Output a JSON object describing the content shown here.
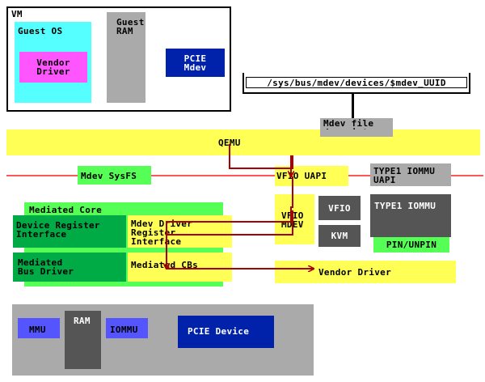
{
  "vm": {
    "title": "VM",
    "guest_os": "Guest OS",
    "vendor_driver": "Vendor\nDriver",
    "guest_ram": "Guest\nRAM",
    "pcie_mdev": "PCIE\nMdev"
  },
  "sysfs_path": "/sys/bus/mdev/devices/$mdev_UUID",
  "mdev_fd": "Mdev file\ndescriptor",
  "qemu": "QEMU",
  "mdev_sysfs": "Mdev SysFS",
  "vfio_uapi": "VFIO UAPI",
  "type1_uapi": "TYPE1 IOMMU\nUAPI",
  "mediated_core": {
    "title": "Mediated Core",
    "device_register_interface": "Device Register\nInterface",
    "mdev_driver_register_interface": "Mdev Driver\nRegister\nInterface",
    "mediated_bus_driver": "Mediated\nBus Driver",
    "mediated_cbs": "Mediated CBs"
  },
  "vfio_mdev": "VFIO\nMDEV",
  "vfio": "VFIO",
  "kvm": "KVM",
  "type1_iommu": "TYPE1 IOMMU",
  "pin_unpin": "PIN/UNPIN",
  "vendor_driver_host": "Vendor Driver",
  "hardware": {
    "mmu": "MMU",
    "ram": "RAM",
    "iommu": "IOMMU",
    "pcie_device": "PCIE Device"
  },
  "colors": {
    "cyan": "#55ffff",
    "magenta": "#ff55ff",
    "gray": "#aaaaaa",
    "dark_gray": "#555555",
    "navy": "#0022aa",
    "yellow": "#ffff55",
    "light_green": "#55ff55",
    "dark_green": "#00aa44",
    "blue": "#5555ff",
    "arrow": "#aa0000",
    "red_line": "#ff5555"
  }
}
